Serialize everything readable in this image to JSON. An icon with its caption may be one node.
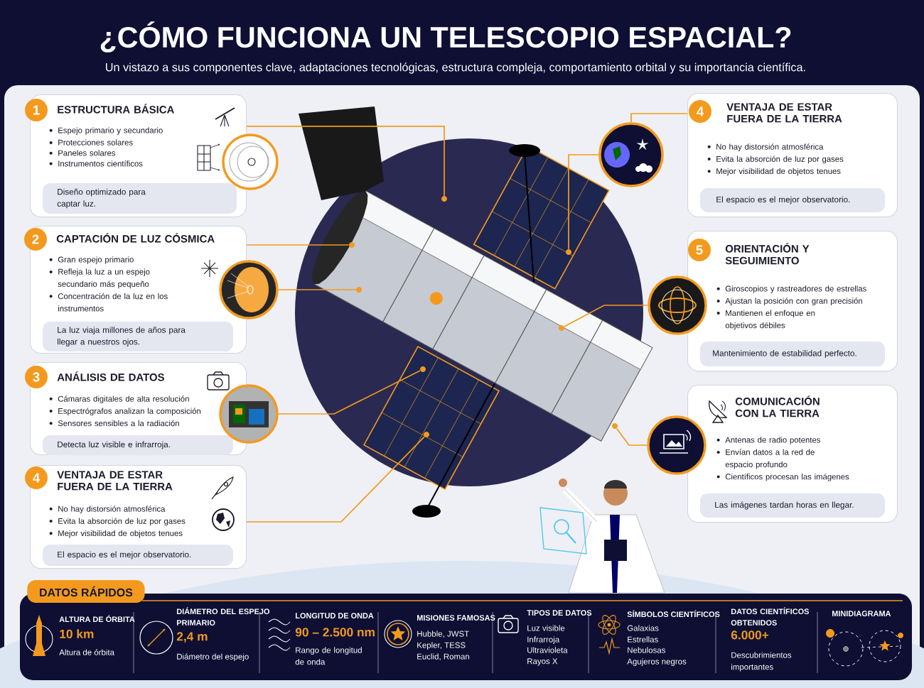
{
  "diagram": {
    "title": "¿CÓMO FUNCIONA UN TELESCOPIO ESPACIAL?",
    "nodes": [
      {
        "text": [
          "1",
          "ESTRUCTURA BÁSICA",
          "Espejo primario y secundario",
          "Protecciones solares",
          "Paneles solares",
          "Instrumentos científicos",
          "Diseño optimizado para captar luz."
        ]
      },
      {
        "text": [],
        "shape": "circle"
      },
      {
        "text": [
          "2",
          "CAPTACIÓN DE LUZ CÓSMICA",
          "Gran espejo primario",
          "Refleja la luz a un espejo secundario más pequeño",
          "Concentración de la luz en los instrumentos",
          "La luz viaja millones de años para llegar a nuestros ojos."
        ]
      },
      {
        "text": [],
        "shape": "circle"
      },
      {
        "text": [
          "3",
          "ANÁLISIS DE DATOS",
          "Cámaras digitales de alta resolución",
          "Espectrógrafos analizan la composición",
          "Sensores sensibles a la radiación",
          "Detecta luz visible e infrarroja."
        ]
      },
      {
        "text": [],
        "shape": "circle"
      },
      {
        "text": [
          "4",
          "VENTAJA DE ESTAR FUERA DE LA TIERRA",
          "No hay distorsión atmosférica",
          "Evita la absorción de luz por gases",
          "Mejor visibilidad de objetos tenues",
          "El espacio es el mejor observatorio."
        ]
      },
      {
        "text": [
          "4",
          "VENTAJA DE ESTAR FUERA DE LA TIERRA",
          "No hay distorsión atmosférica",
          "Evita la absorción de luz por gases",
          "Mejor visibilidad de objetos tenues",
          "El espacio es el mejor observatorio."
        ]
      },
      {
        "text": [],
        "shape": "circle"
      },
      {
        "text": [
          "5",
          "ORIENTACIÓN Y SEGUIMIENTO",
          "Giroscopios y rastreadores de estrellas",
          "Ajustan la posición con gran precisión",
          "Mantienen el enfoque en objetivos débiles",
          "Mantenimiento de estabilidad perfecto."
        ]
      },
      {
        "text": [],
        "shape": "circle"
      },
      {
        "text": [
          "COMUNICACIÓN CON LA TIERRA",
          "Antenas de radio potentes",
          "Envían datos a la red de espacio profundo",
          "Científicos procesan las imágenes",
          "Las imágenes tardan horas en llegar."
        ]
      },
      {
        "text": [],
        "shape": "circle"
      },
      {
        "text": [
          "DATOS RÁPIDOS"
        ]
      },
      {
        "text": [],
        "shape": "circle"
      },
      {
        "text": [],
        "shape": "circle"
      },
      {
        "text": [],
        "shape": "circle"
      },
      {
        "text": [],
        "shape": "circle"
      },
      {
        "text": [],
        "shape": "circle"
      },
      {
        "text": [],
        "shape": "circle"
      },
      {
        "text": [],
        "shape": "circle"
      },
      {
        "text": [],
        "shape": "circle"
      }
    ],
    "edges": [
      {
        "from": 0,
        "to": 14,
        "arrow": "none"
      },
      {
        "from": 2,
        "to": 15,
        "arrow": "none"
      },
      {
        "from": 3,
        "to": 17,
        "arrow": "none"
      },
      {
        "from": 5,
        "to": 19,
        "arrow": "none"
      },
      {
        "from": 6,
        "to": 21,
        "arrow": "none"
      },
      {
        "from": 7,
        "to": 8,
        "arrow": "none"
      },
      {
        "from": 8,
        "to": 16,
        "arrow": "none"
      },
      {
        "from": 10,
        "to": 18,
        "arrow": "none"
      },
      {
        "from": 12,
        "to": 20,
        "arrow": "none"
      }
    ],
    "labels": [
      "Un vistazo a sus componentes clave, adaptaciones tecnológicas, estructura compleja, comportamiento orbital y su importancia científica.",
      "ALTURA DE ÓRBITA",
      "10 km",
      "Altura de órbita",
      "DIÁMETRO DEL ESPEJO PRIMARIO",
      "2,4 m",
      "Diámetro del espejo",
      "LONGITUD DE ONDA",
      "90 – 2.500 nm",
      "Rango de longitud de onda",
      "MISIONES FAMOSAS",
      "Hubble, JWST",
      "Kepler, TESS",
      "Euclid, Roman",
      "TIPOS DE DATOS",
      "Luz visible",
      "Infrarroja",
      "Ultravioleta",
      "Rayos X",
      "SÍMBOLOS CIENTÍFICOS",
      "Galaxias",
      "Estrellas",
      "Nebulosas",
      "Agujeros negros",
      "DATOS CIENTÍFICOS OBTENIDOS",
      "6.000+",
      "Descubrimientos importantes",
      "MINIDIAGRAMA"
    ]
  }
}
